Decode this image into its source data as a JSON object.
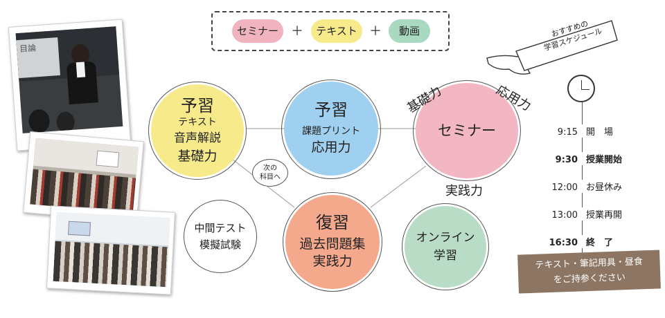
{
  "banner": {
    "items": [
      "セミナー",
      "テキスト",
      "動画"
    ],
    "plus": "＋",
    "colors": [
      "#f0b3bf",
      "#f6ea8a",
      "#a9d9c1"
    ]
  },
  "recommend": {
    "line1": "おすすめの",
    "line2": "学習スケジュール"
  },
  "photos": {
    "board_text": "目論"
  },
  "circles": {
    "yoshu1": {
      "title": "予習",
      "line1": "テキスト",
      "line2": "音声解説",
      "skill": "基礎力"
    },
    "yoshu2": {
      "title": "予習",
      "line1": "課題プリント",
      "skill": "応用力"
    },
    "seminar": {
      "title": "セミナー",
      "arc_left": "基礎力",
      "arc_right": "応用力",
      "bottom": "実践力"
    },
    "fukushu": {
      "title": "復習",
      "line1": "過去問題集",
      "skill": "実践力"
    },
    "next": {
      "line1": "次の",
      "line2": "科目へ"
    },
    "mock": {
      "line1": "中間テスト",
      "line2": "模擬試験"
    },
    "online": {
      "line1": "オンライン",
      "line2": "学習"
    }
  },
  "schedule": [
    {
      "time": "9:15",
      "label": "開　場",
      "bold": false
    },
    {
      "time": "9:30",
      "label": "授業開始",
      "bold": true
    },
    {
      "time": "12:00",
      "label": "お昼休み",
      "bold": false
    },
    {
      "time": "13:00",
      "label": "授業再開",
      "bold": false
    },
    {
      "time": "16:30",
      "label": "終　了",
      "bold": true
    }
  ],
  "note": {
    "line1": "テキスト・筆記用具・昼食",
    "line2": "をご持参ください"
  },
  "colors": {
    "yellow": "#f6ea8a",
    "blue": "#9fd0ef",
    "pink": "#f2b7c2",
    "salmon": "#f4a98d",
    "green": "#b9dcc6",
    "tag": "#8c7663"
  }
}
